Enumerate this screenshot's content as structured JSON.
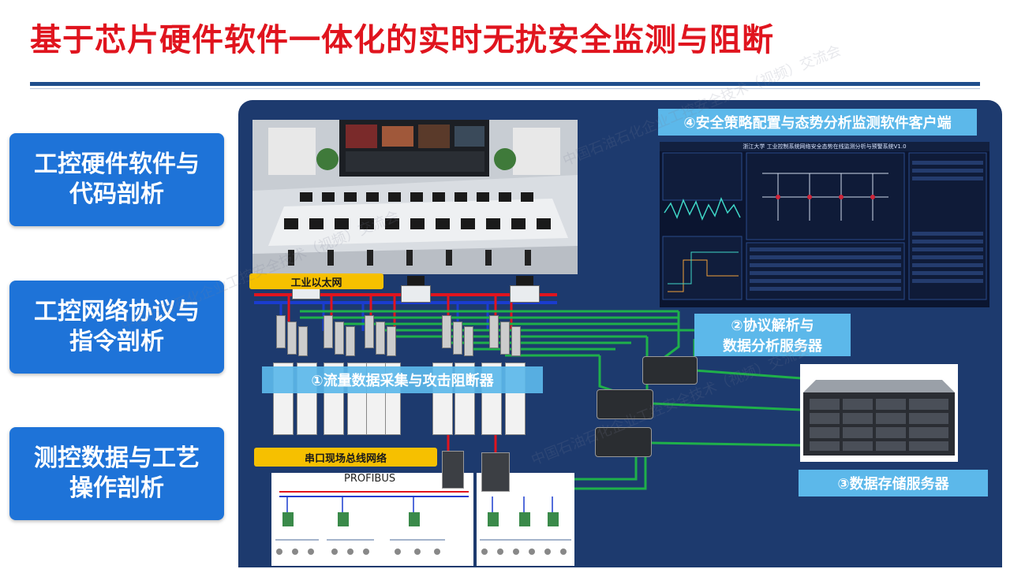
{
  "title": "基于芯片硬件软件一体化的实时无扰安全监测与阻断",
  "sidebar": {
    "items": [
      {
        "line1": "工控硬件软件与",
        "line2": "代码剖析"
      },
      {
        "line1": "工控网络协议与",
        "line2": "指令剖析"
      },
      {
        "line1": "测控数据与工艺",
        "line2": "操作剖析"
      }
    ]
  },
  "diagram": {
    "ethernet_label": "工业以太网",
    "collector_label": "①流量数据采集与攻击阻断器",
    "protocol_server_label_1": "②协议解析与",
    "protocol_server_label_2": "数据分析服务器",
    "storage_label": "③数据存储服务器",
    "client_label": "④安全策略配置与态势分析监测软件客户端",
    "fieldbus_label": "串口现场总线网络",
    "profibus_label": "PROFIBUS",
    "screen_title": "浙江大学 工业控制系统网络安全态势在线监测分析与预警系统V1.0",
    "photo_desc": ""
  },
  "watermark": "中国石油石化企业工控安全技术（视频）交流会",
  "colors": {
    "title": "#e0141e",
    "sidebar": "#1e73d8",
    "panel": "#1d3a6e",
    "label": "#5cb8ea",
    "yellow_label": "#f6c000",
    "green_link": "#1fb04a",
    "red_link": "#e0141e",
    "blue_link": "#1a3ccf"
  }
}
